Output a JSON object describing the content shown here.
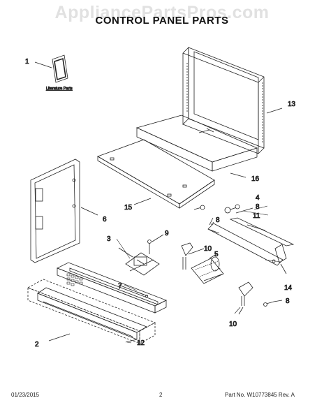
{
  "watermark": "AppliancePartsPros.com",
  "title": "CONTROL PANEL PARTS",
  "literature_label": "Literature Parts",
  "footer": {
    "date": "01/23/2015",
    "page": "2",
    "part_no": "Part No. W10773845 Rev. A"
  },
  "callouts": {
    "c1": "1",
    "c2": "2",
    "c3": "3",
    "c4": "4",
    "c5": "5",
    "c6": "6",
    "c7": "7",
    "c8a": "8",
    "c8b": "8",
    "c8c": "8",
    "c9": "9",
    "c10a": "10",
    "c10b": "10",
    "c11": "11",
    "c12": "12",
    "c13": "13",
    "c14": "14",
    "c15": "15",
    "c16": "16"
  }
}
